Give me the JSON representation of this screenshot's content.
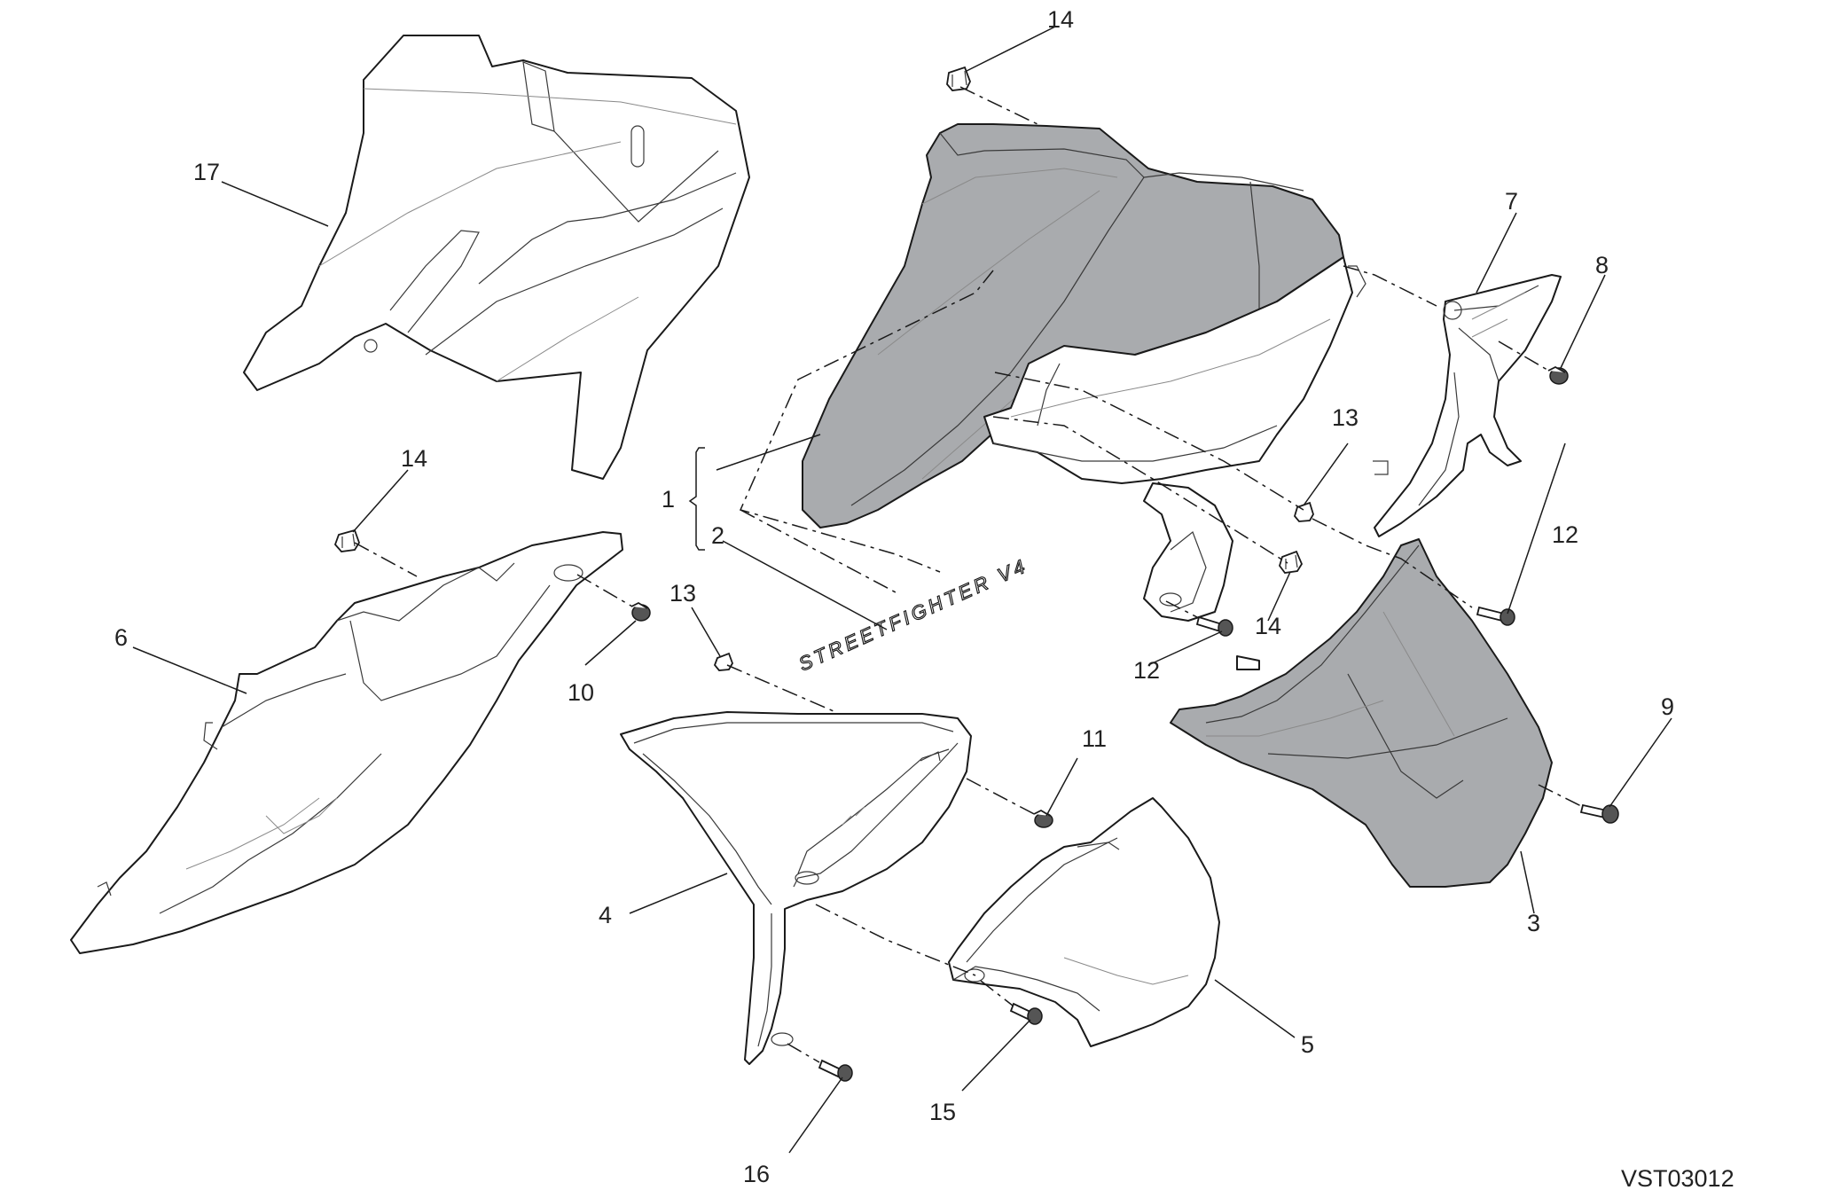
{
  "diagram": {
    "reference_code": "VST03012",
    "decal_text": "STREETFIGHTER V4",
    "callouts": [
      {
        "id": "c1",
        "label": "1"
      },
      {
        "id": "c2",
        "label": "2"
      },
      {
        "id": "c3",
        "label": "3"
      },
      {
        "id": "c4",
        "label": "4"
      },
      {
        "id": "c5",
        "label": "5"
      },
      {
        "id": "c6",
        "label": "6"
      },
      {
        "id": "c7",
        "label": "7"
      },
      {
        "id": "c8",
        "label": "8"
      },
      {
        "id": "c9",
        "label": "9"
      },
      {
        "id": "c10",
        "label": "10"
      },
      {
        "id": "c11",
        "label": "11"
      },
      {
        "id": "c12a",
        "label": "12"
      },
      {
        "id": "c12b",
        "label": "12"
      },
      {
        "id": "c13a",
        "label": "13"
      },
      {
        "id": "c13b",
        "label": "13"
      },
      {
        "id": "c14a",
        "label": "14"
      },
      {
        "id": "c14b",
        "label": "14"
      },
      {
        "id": "c14c",
        "label": "14"
      },
      {
        "id": "c15",
        "label": "15"
      },
      {
        "id": "c16",
        "label": "16"
      },
      {
        "id": "c17",
        "label": "17"
      }
    ],
    "colors": {
      "line": "#1a1a1a",
      "shaded_part": "#a9abae",
      "background": "#ffffff"
    }
  }
}
